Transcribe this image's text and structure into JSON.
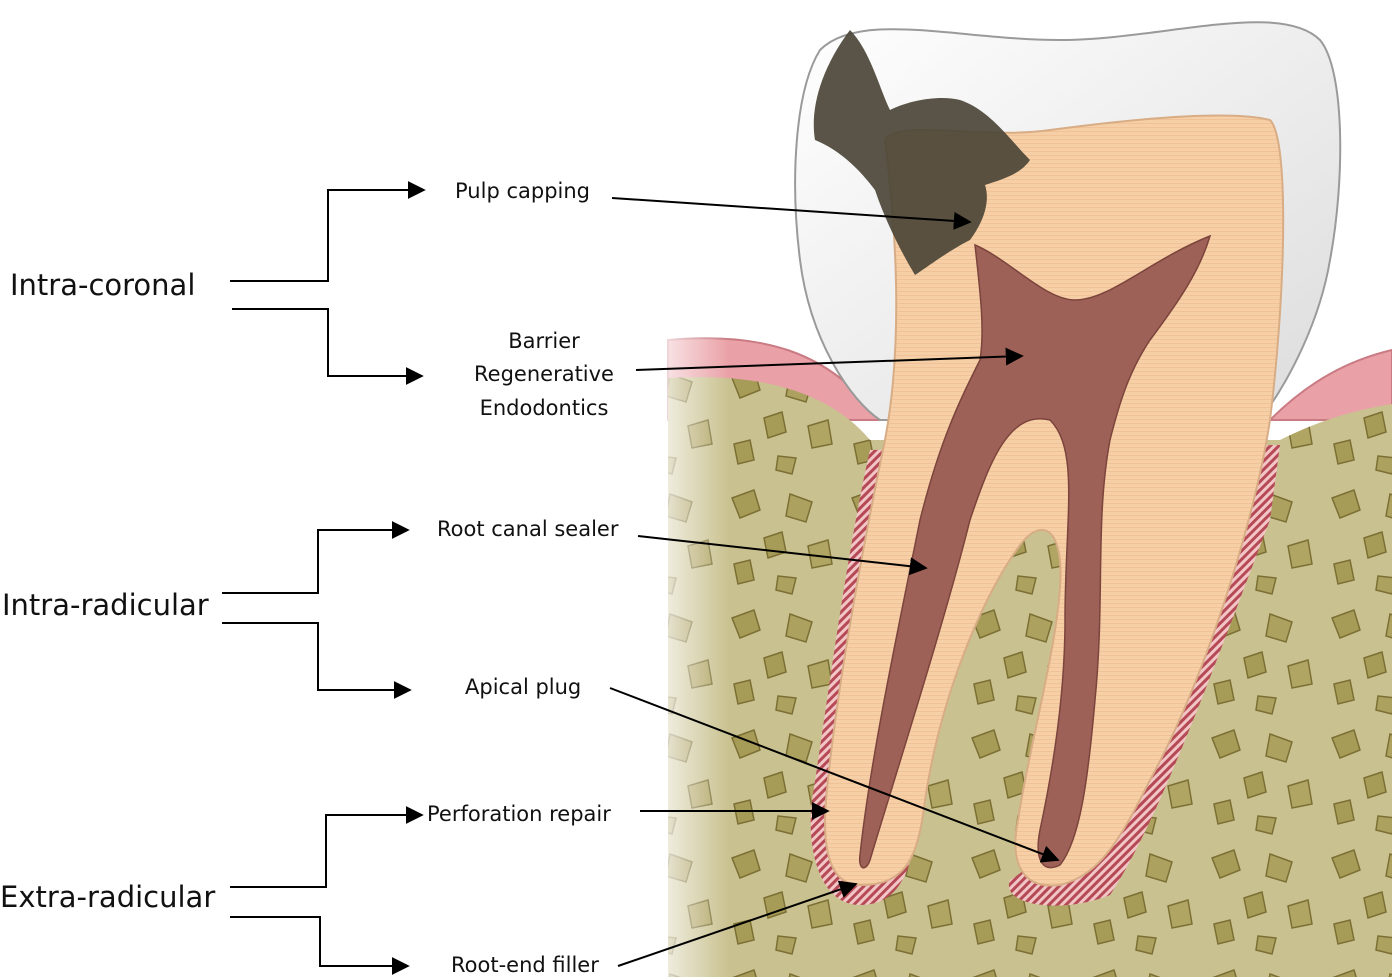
{
  "categories": [
    {
      "id": "intra_coronal",
      "label": "Intra-coronal"
    },
    {
      "id": "intra_radicular",
      "label": "Intra-radicular"
    },
    {
      "id": "extra_radicular",
      "label": "Extra-radicular"
    }
  ],
  "applications": {
    "pulp_capping": "Pulp capping",
    "barrier_regenerative": [
      "Barrier",
      "Regenerative",
      "Endodontics"
    ],
    "root_canal_sealer": "Root canal sealer",
    "apical_plug": "Apical plug",
    "perforation_repair": "Perforation repair",
    "root_end_filler": "Root-end filler"
  },
  "colors": {
    "dentin": "#f6cfa6",
    "pulp": "#9a5c52",
    "enamel": "#f0f0f0",
    "bone": "#c7bf8e",
    "gum": "#e79aa0",
    "decay": "#4a4436",
    "ligament": "#b54a56"
  }
}
